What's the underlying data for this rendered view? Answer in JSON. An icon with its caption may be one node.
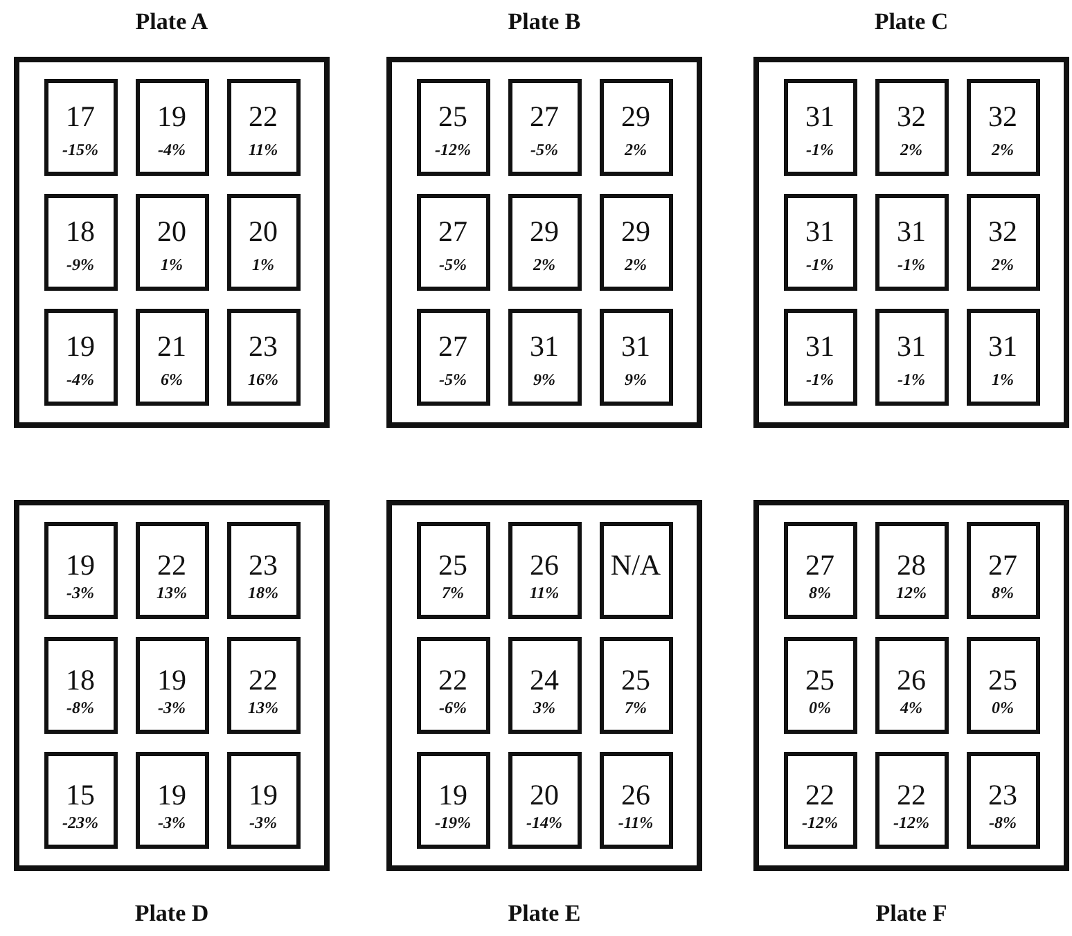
{
  "diagram": {
    "nodes": [
      {
        "text": [
          "Plate A"
        ]
      },
      {
        "text": [
          "17",
          "-15%"
        ],
        "in": 0
      },
      {
        "text": [
          "19",
          "-4%"
        ],
        "in": 0
      },
      {
        "text": [
          "22",
          "11%"
        ],
        "in": 0
      },
      {
        "text": [
          "18",
          "-9%"
        ],
        "in": 0
      },
      {
        "text": [
          "20",
          "1%"
        ],
        "in": 0
      },
      {
        "text": [
          "20",
          "1%"
        ],
        "in": 0
      },
      {
        "text": [
          "19",
          "-4%"
        ],
        "in": 0
      },
      {
        "text": [
          "21",
          "6%"
        ],
        "in": 0
      },
      {
        "text": [
          "23",
          "16%"
        ],
        "in": 0
      },
      {
        "text": [
          "Plate B"
        ]
      },
      {
        "text": [
          "25",
          "-12%"
        ],
        "in": 10
      },
      {
        "text": [
          "27",
          "-5%"
        ],
        "in": 10
      },
      {
        "text": [
          "29",
          "2%"
        ],
        "in": 10
      },
      {
        "text": [
          "27",
          "-5%"
        ],
        "in": 10
      },
      {
        "text": [
          "29",
          "2%"
        ],
        "in": 10
      },
      {
        "text": [
          "29",
          "2%"
        ],
        "in": 10
      },
      {
        "text": [
          "27",
          "-5%"
        ],
        "in": 10
      },
      {
        "text": [
          "31",
          "9%"
        ],
        "in": 10
      },
      {
        "text": [
          "31",
          "9%"
        ],
        "in": 10
      },
      {
        "text": [
          "Plate C"
        ]
      },
      {
        "text": [
          "31",
          "-1%"
        ],
        "in": 20
      },
      {
        "text": [
          "32",
          "2%"
        ],
        "in": 20
      },
      {
        "text": [
          "32",
          "2%"
        ],
        "in": 20
      },
      {
        "text": [
          "31",
          "-1%"
        ],
        "in": 20
      },
      {
        "text": [
          "31",
          "-1%"
        ],
        "in": 20
      },
      {
        "text": [
          "32",
          "2%"
        ],
        "in": 20
      },
      {
        "text": [
          "31",
          "-1%"
        ],
        "in": 20
      },
      {
        "text": [
          "31",
          "-1%"
        ],
        "in": 20
      },
      {
        "text": [
          "31",
          "1%"
        ],
        "in": 20
      },
      {
        "text": [
          "Plate D"
        ]
      },
      {
        "text": [
          "19",
          "-3%"
        ],
        "in": 30
      },
      {
        "text": [
          "22",
          "13%"
        ],
        "in": 30
      },
      {
        "text": [
          "23",
          "18%"
        ],
        "in": 30
      },
      {
        "text": [
          "18",
          "-8%"
        ],
        "in": 30
      },
      {
        "text": [
          "19",
          "-3%"
        ],
        "in": 30
      },
      {
        "text": [
          "22",
          "13%"
        ],
        "in": 30
      },
      {
        "text": [
          "15",
          "-23%"
        ],
        "in": 30
      },
      {
        "text": [
          "19",
          "-3%"
        ],
        "in": 30
      },
      {
        "text": [
          "19",
          "-3%"
        ],
        "in": 30
      },
      {
        "text": [
          "Plate E"
        ]
      },
      {
        "text": [
          "25",
          "7%"
        ],
        "in": 40
      },
      {
        "text": [
          "26",
          "11%"
        ],
        "in": 40
      },
      {
        "text": [
          "N/A"
        ],
        "in": 40
      },
      {
        "text": [
          "22",
          "-6%"
        ],
        "in": 40
      },
      {
        "text": [
          "24",
          "3%"
        ],
        "in": 40
      },
      {
        "text": [
          "25",
          "7%"
        ],
        "in": 40
      },
      {
        "text": [
          "19",
          "-19%"
        ],
        "in": 40
      },
      {
        "text": [
          "20",
          "-14%"
        ],
        "in": 40
      },
      {
        "text": [
          "26",
          "-11%"
        ],
        "in": 40
      },
      {
        "text": [
          "Plate F"
        ]
      },
      {
        "text": [
          "27",
          "8%"
        ],
        "in": 50
      },
      {
        "text": [
          "28",
          "12%"
        ],
        "in": 50
      },
      {
        "text": [
          "27",
          "8%"
        ],
        "in": 50
      },
      {
        "text": [
          "25",
          "0%"
        ],
        "in": 50
      },
      {
        "text": [
          "26",
          "4%"
        ],
        "in": 50
      },
      {
        "text": [
          "25",
          "0%"
        ],
        "in": 50
      },
      {
        "text": [
          "22",
          "-12%"
        ],
        "in": 50
      },
      {
        "text": [
          "22",
          "-12%"
        ],
        "in": 50
      },
      {
        "text": [
          "23",
          "-8%"
        ],
        "in": 50
      }
    ]
  }
}
